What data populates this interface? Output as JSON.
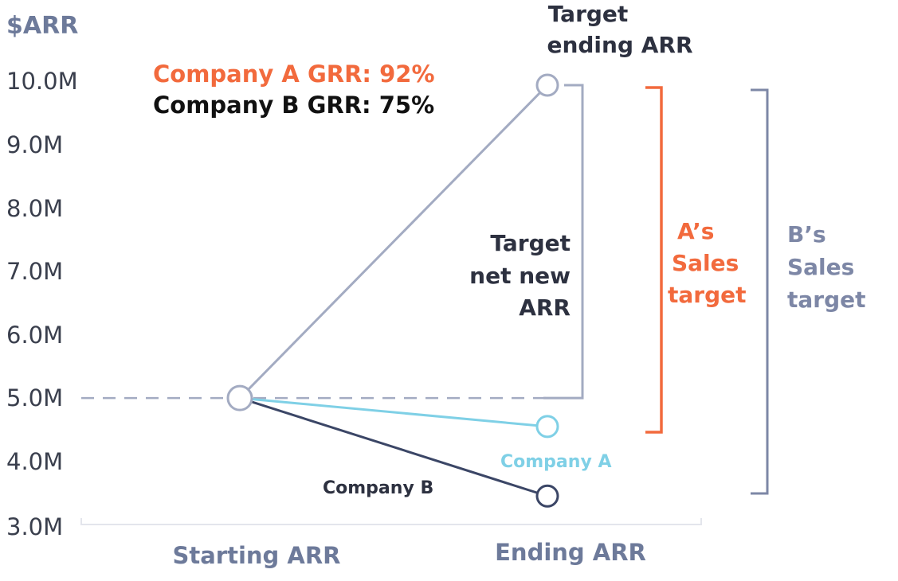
{
  "chart_data": {
    "type": "line",
    "ylabel": "$ARR",
    "ylim": [
      3.0,
      10.0
    ],
    "y_ticks": [
      "10.0M",
      "9.0M",
      "8.0M",
      "7.0M",
      "6.0M",
      "5.0M",
      "4.0M",
      "3.0M"
    ],
    "categories": [
      "Starting ARR",
      "Ending ARR"
    ],
    "series": [
      {
        "name": "Target ending ARR",
        "values": [
          5.0,
          9.95
        ]
      },
      {
        "name": "Company A",
        "values": [
          5.0,
          4.55
        ]
      },
      {
        "name": "Company B",
        "values": [
          5.0,
          3.45
        ]
      }
    ],
    "annotations": {
      "grr_a": "Company A GRR: 92%",
      "grr_b": "Company B GRR: 75%",
      "target_ending_line1": "Target",
      "target_ending_line2": "ending ARR",
      "target_net_line1": "Target",
      "target_net_line2": "net new",
      "target_net_line3": "ARR",
      "a_sales_line1": "A’s",
      "a_sales_line2": "Sales",
      "a_sales_line3": "target",
      "b_sales_line1": "B’s",
      "b_sales_line2": "Sales",
      "b_sales_line3": "target",
      "company_a_label": "Company A",
      "company_b_label": "Company B"
    },
    "colors": {
      "target": "#a3abc2",
      "company_a": "#7fd0e6",
      "company_b": "#3b4666",
      "axis_text": "#3a3f4d",
      "category_text": "#6d7a9a",
      "orange": "#f26a3d",
      "slate": "#7d87a6",
      "dark_text": "#2d3140",
      "black": "#111111"
    }
  }
}
